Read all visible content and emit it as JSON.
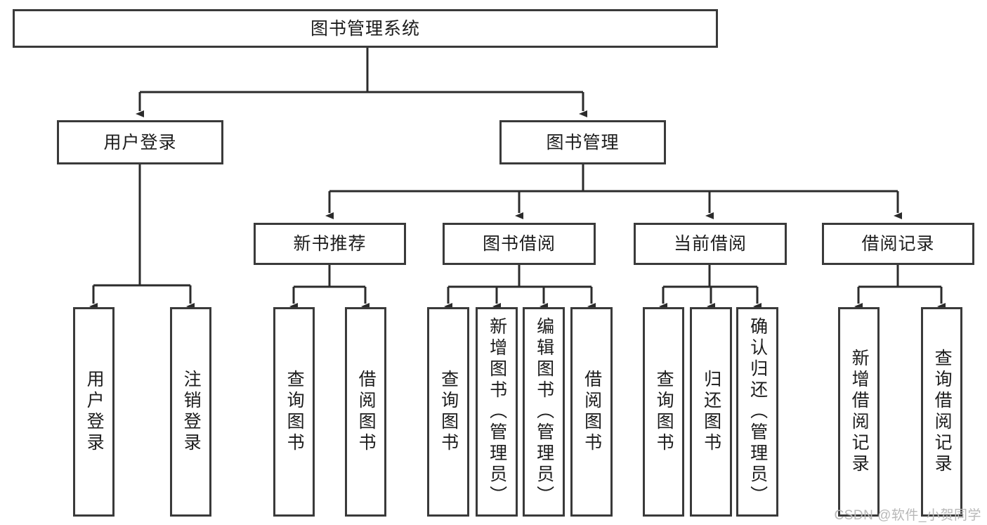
{
  "diagram": {
    "type": "tree-hierarchy",
    "title": "图书管理系统",
    "watermark": "CSDN @软件_小贺同学",
    "colors": {
      "box_border": "#3a3a3a",
      "box_fill": "#ffffff",
      "connector": "#2b2b2b",
      "text": "#1c1c1c",
      "watermark": "#b8b8b8"
    },
    "root": {
      "label": "图书管理系统"
    },
    "level2": [
      {
        "label": "用户登录"
      },
      {
        "label": "图书管理"
      }
    ],
    "level3": [
      {
        "label": "新书推荐"
      },
      {
        "label": "图书借阅"
      },
      {
        "label": "当前借阅"
      },
      {
        "label": "借阅记录"
      }
    ],
    "leaves": {
      "user_login": [
        {
          "label": "用户登录"
        },
        {
          "label": "注销登录"
        }
      ],
      "new_book_rec": [
        {
          "label": "查询图书"
        },
        {
          "label": "借阅图书"
        }
      ],
      "book_borrow": [
        {
          "label": "查询图书"
        },
        {
          "label": "新增图书（管理员）"
        },
        {
          "label": "编辑图书（管理员）"
        },
        {
          "label": "借阅图书"
        }
      ],
      "current_borrow": [
        {
          "label": "查询图书"
        },
        {
          "label": "归还图书"
        },
        {
          "label": "确认归还（管理员）"
        }
      ],
      "borrow_record": [
        {
          "label": "新增借阅记录"
        },
        {
          "label": "查询借阅记录"
        }
      ]
    }
  }
}
